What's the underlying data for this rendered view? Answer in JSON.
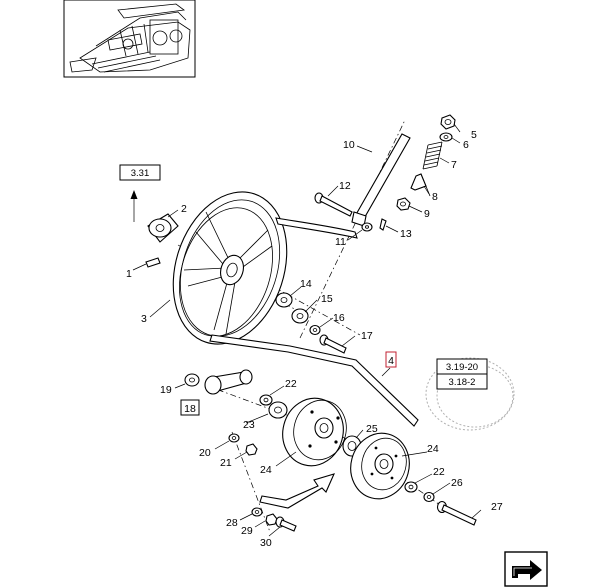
{
  "callouts": {
    "c1": "1",
    "c2": "2",
    "c3": "3",
    "c4": "4",
    "c5": "5",
    "c6": "6",
    "c7": "7",
    "c8": "8",
    "c9": "9",
    "c10": "10",
    "c11": "11",
    "c12": "12",
    "c13": "13",
    "c14": "14",
    "c15": "15",
    "c16": "16",
    "c17": "17",
    "c18": "18",
    "c19": "19",
    "c20": "20",
    "c21": "21",
    "c22a": "22",
    "c22b": "22",
    "c23": "23",
    "c24a": "24",
    "c24b": "24",
    "c25": "25",
    "c26": "26",
    "c27": "27",
    "c28": "28",
    "c29": "29",
    "c30": "30"
  },
  "references": {
    "ref_331": "3.31",
    "ref_319_20": "3.19-20",
    "ref_318_2": "3.18-2"
  },
  "icons": {
    "thumbnail": "machine-overview-thumbnail",
    "nav": "next-page-arrow-icon"
  }
}
